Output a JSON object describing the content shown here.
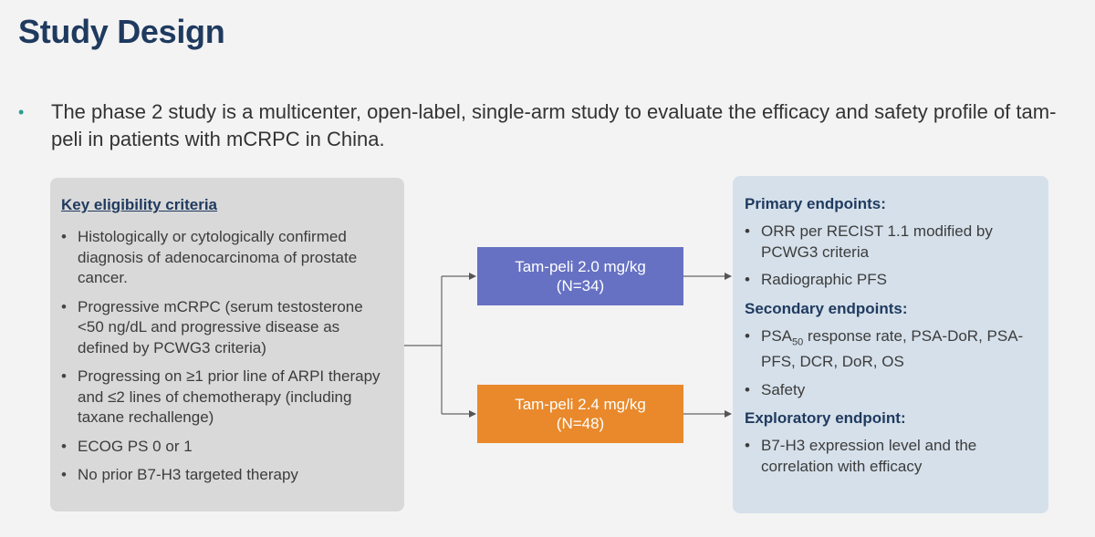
{
  "title": "Study Design",
  "intro": "The phase 2 study is a multicenter, open-label, single-arm study to evaluate the efficacy and safety profile of tam-peli in patients with mCRPC in China.",
  "eligibility": {
    "heading": "Key eligibility criteria",
    "items": [
      "Histologically or cytologically confirmed diagnosis of adenocarcinoma of prostate cancer.",
      "Progressive mCRPC (serum testosterone <50 ng/dL and progressive disease as defined by PCWG3 criteria)",
      "Progressing on ≥1 prior line of ARPI therapy and ≤2 lines of chemotherapy (including taxane rechallenge)",
      "ECOG PS 0 or 1",
      "No prior B7-H3 targeted therapy"
    ]
  },
  "arms": [
    {
      "label": "Tam-peli 2.0 mg/kg",
      "n": "(N=34)",
      "color": "#6671c3"
    },
    {
      "label": "Tam-peli 2.4 mg/kg",
      "n": "(N=48)",
      "color": "#e9892b"
    }
  ],
  "endpoints": {
    "primary": {
      "heading": "Primary endpoints:",
      "items": [
        "ORR per RECIST 1.1 modified by PCWG3 criteria",
        "Radiographic PFS"
      ]
    },
    "secondary": {
      "heading": "Secondary endpoints:",
      "psa_prefix": "PSA",
      "psa_sub": "50",
      "psa_rest": " response rate, PSA-DoR, PSA-PFS, DCR, DoR, OS",
      "items": [
        "Safety"
      ]
    },
    "exploratory": {
      "heading": "Exploratory endpoint:",
      "items": [
        "B7-H3 expression level and the correlation with efficacy"
      ]
    }
  },
  "bullet_char": "•"
}
